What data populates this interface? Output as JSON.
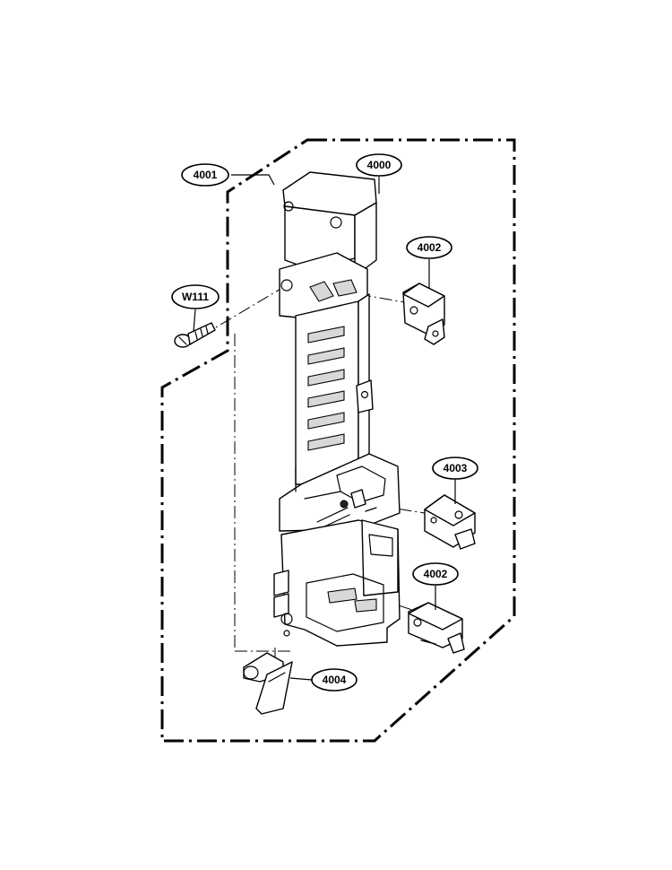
{
  "callouts": {
    "c4001": "4001",
    "c4000": "4000",
    "c4002_top": "4002",
    "cW111": "W111",
    "c4003": "4003",
    "c4002_bottom": "4002",
    "c4004": "4004"
  }
}
